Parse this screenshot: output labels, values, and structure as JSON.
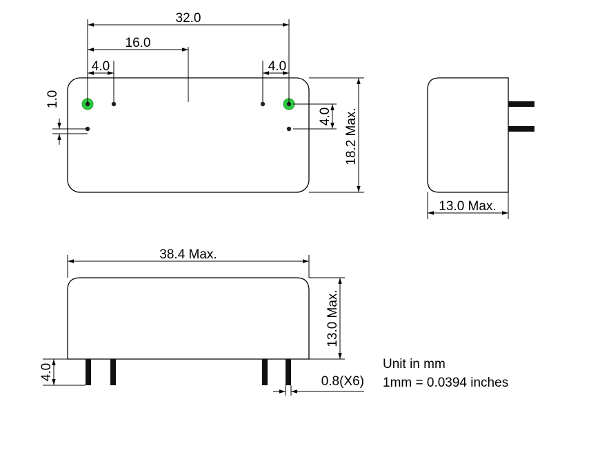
{
  "top_view": {
    "overall_width": "32.0",
    "half_width": "16.0",
    "left_offset": "4.0",
    "right_offset": "4.0",
    "pin_pitch_left": "1.0",
    "pin_pitch_right": "4.0",
    "height": "18.2 Max."
  },
  "side_view": {
    "depth": "13.0 Max."
  },
  "front_view": {
    "length": "38.4 Max.",
    "height": "13.0 Max.",
    "pin_length": "4.0",
    "pin_diameter": "0.8(X6)"
  },
  "notes": {
    "unit": "Unit in mm",
    "conversion": "1mm = 0.0394 inches"
  },
  "colors": {
    "highlight_pin": "#2ecc40",
    "line": "#000000"
  }
}
